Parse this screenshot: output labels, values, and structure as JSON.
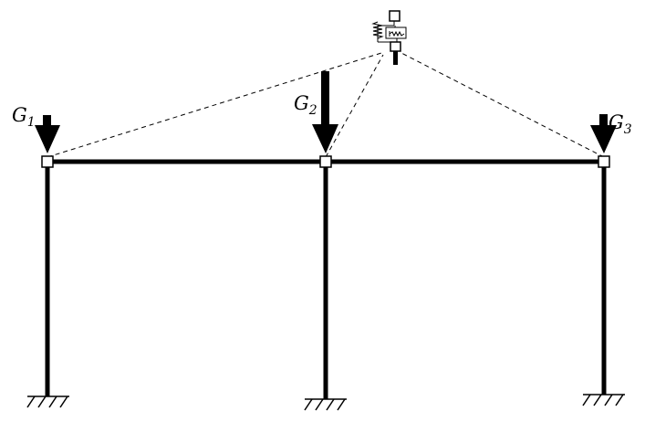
{
  "diagram": {
    "loads": [
      {
        "name": "G",
        "sub": "1"
      },
      {
        "name": "G",
        "sub": "2"
      },
      {
        "name": "G",
        "sub": "3"
      }
    ],
    "colors": {
      "stroke": "#000000",
      "background": "#ffffff"
    }
  }
}
